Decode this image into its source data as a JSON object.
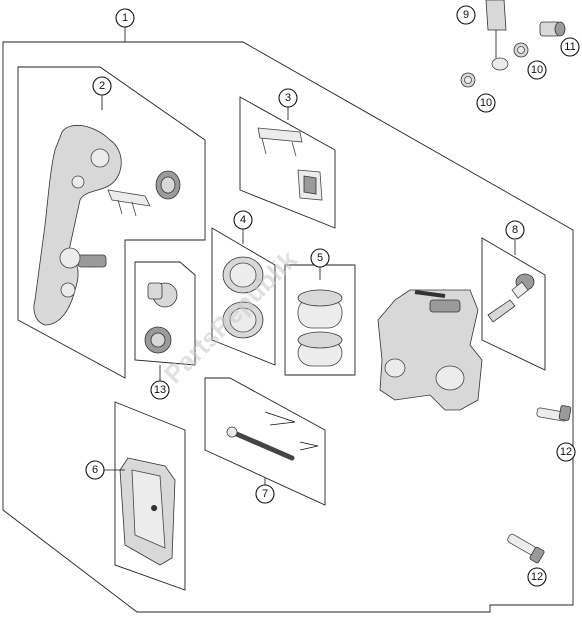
{
  "diagram": {
    "callouts": [
      "1",
      "2",
      "3",
      "4",
      "5",
      "6",
      "7",
      "8",
      "9",
      "10",
      "10",
      "11",
      "12",
      "12",
      "13"
    ],
    "watermark": "PartsRepublik",
    "colors": {
      "line": "#222222",
      "part_fill": "#d8d8d8",
      "part_dark": "#9a9a9a",
      "watermark": "#c9c9c9"
    }
  }
}
